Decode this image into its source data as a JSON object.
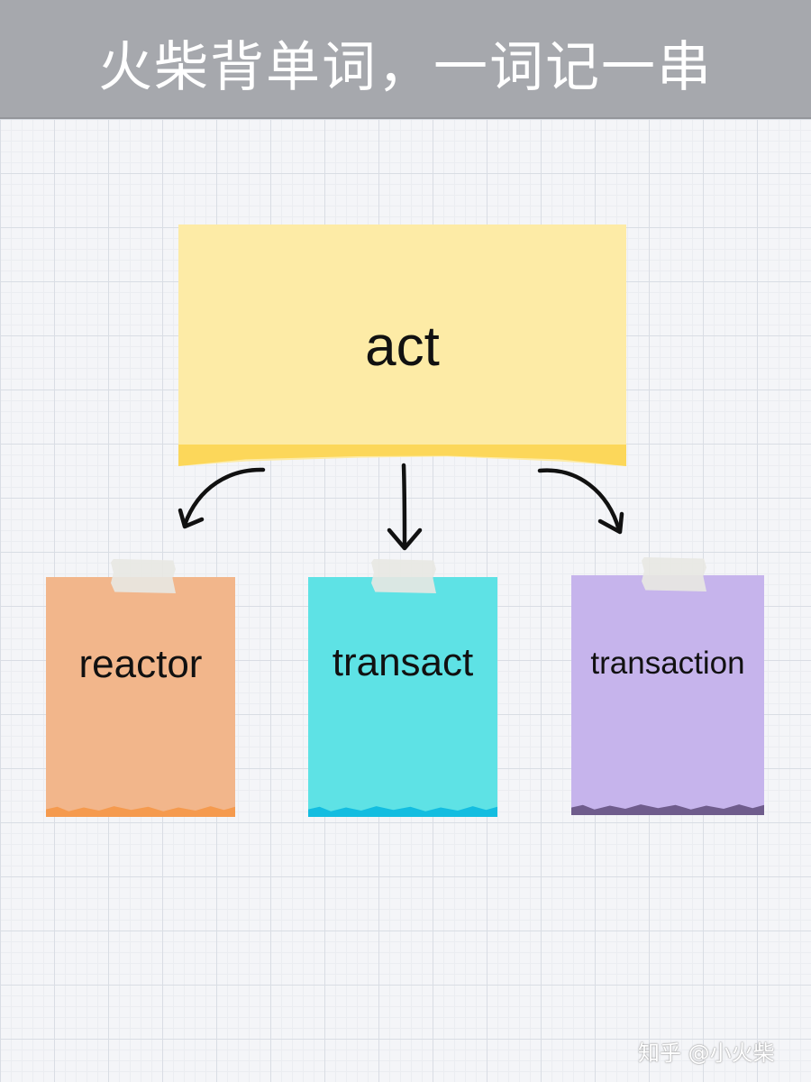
{
  "header": {
    "title": "火柴背单词，一词记一串"
  },
  "root": {
    "word": "act",
    "color": "#fdeba6",
    "edge_color": "#fcd75a"
  },
  "children": [
    {
      "word": "reactor",
      "color": "#f2b68b",
      "edge_color": "#f59a4e"
    },
    {
      "word": "transact",
      "color": "#5ee2e5",
      "edge_color": "#13bde0"
    },
    {
      "word": "transaction",
      "color": "#c6b4ec",
      "edge_color": "#6f5c8c"
    }
  ],
  "footer": {
    "credit": "知乎 @小火柴"
  }
}
